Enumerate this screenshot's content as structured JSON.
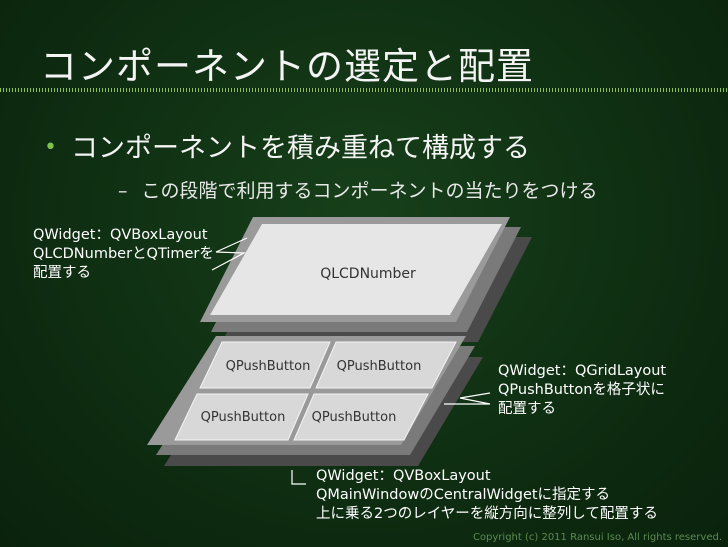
{
  "slide": {
    "title": "コンポーネントの選定と配置",
    "bullet_main": "コンポーネントを積み重ねて構成する",
    "bullet_sub": "この段階で利用するコンポーネントの当たりをつける",
    "bullet_dot": "•",
    "bullet_dash": "–"
  },
  "diagram": {
    "lcd_label": "QLCDNumber",
    "buttons": [
      "QPushButton",
      "QPushButton",
      "QPushButton",
      "QPushButton"
    ],
    "left_note": [
      "QWidget：QVBoxLayout",
      "QLCDNumberとQTimerを",
      "配置する"
    ],
    "right_note": [
      "QWidget：QGridLayout",
      "QPushButtonを格子状に",
      "配置する"
    ],
    "bottom_note": [
      "QWidget：QVBoxLayout",
      "QMainWindowのCentralWidgetに指定する",
      "上に乗る2つのレイヤーを縦方向に整列して配置する"
    ],
    "colors": {
      "panel_back": "#555555",
      "panel_mid": "#777777",
      "panel_face": "#e6e6e6",
      "button_face": "#e6e6e6",
      "lcd_text": "#333333"
    }
  },
  "footer": {
    "copyright": "Copyright (c) 2011 Ransui Iso, All rights reserved."
  }
}
